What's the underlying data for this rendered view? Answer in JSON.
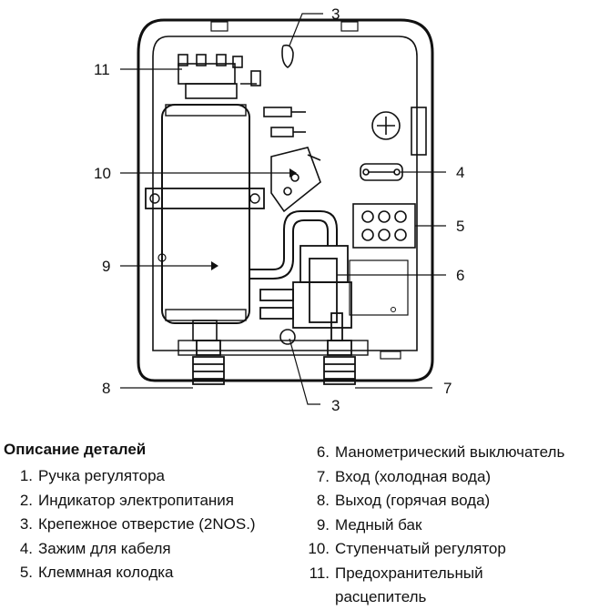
{
  "callouts": [
    {
      "id": "c3top",
      "label": "3"
    },
    {
      "id": "c11",
      "label": "11"
    },
    {
      "id": "c10",
      "label": "10"
    },
    {
      "id": "c4",
      "label": "4"
    },
    {
      "id": "c5",
      "label": "5"
    },
    {
      "id": "c9",
      "label": "9"
    },
    {
      "id": "c6",
      "label": "6"
    },
    {
      "id": "c8",
      "label": "8"
    },
    {
      "id": "c7",
      "label": "7"
    },
    {
      "id": "c3bot",
      "label": "3"
    }
  ],
  "legend": {
    "title": "Описание деталей",
    "items": [
      {
        "num": "1.",
        "text": "Ручка регулятора"
      },
      {
        "num": "2.",
        "text": "Индикатор электропитания"
      },
      {
        "num": "3.",
        "text": "Крепежное отверстие (2NOS.)"
      },
      {
        "num": "4.",
        "text": "Зажим для кабеля"
      },
      {
        "num": "5.",
        "text": "Клеммная колодка"
      },
      {
        "num": "6.",
        "text": "Манометрический выключатель"
      },
      {
        "num": "7.",
        "text": "Вход (холодная вода)"
      },
      {
        "num": "8.",
        "text": "Выход (горячая вода)"
      },
      {
        "num": "9.",
        "text": "Медный бак"
      },
      {
        "num": "10.",
        "text": "Ступенчатый регулятор"
      },
      {
        "num": "11.",
        "text": "Предохранительный расцепитель"
      }
    ]
  }
}
